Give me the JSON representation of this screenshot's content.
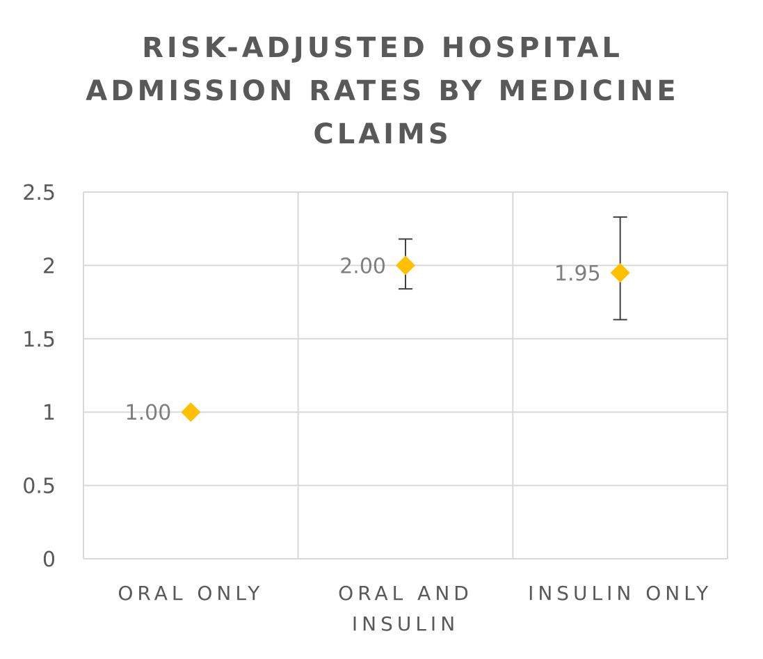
{
  "chart_data": {
    "type": "scatter",
    "title": "RISK-ADJUSTED HOSPITAL ADMISSION RATES BY MEDICINE CLAIMS",
    "xlabel": "",
    "ylabel": "",
    "categories": [
      "ORAL ONLY",
      "ORAL AND INSULIN",
      "INSULIN ONLY"
    ],
    "values": [
      1.0,
      2.0,
      1.95
    ],
    "data_labels": [
      "1.00",
      "2.00",
      "1.95"
    ],
    "error_bars": [
      null,
      [
        1.84,
        2.18
      ],
      [
        1.63,
        2.33
      ]
    ],
    "ylim": [
      0,
      2.5
    ],
    "yticks": [
      0,
      0.5,
      1,
      1.5,
      2,
      2.5
    ],
    "ytick_labels": [
      "0",
      "0.5",
      "1",
      "1.5",
      "2",
      "2.5"
    ],
    "grid": true,
    "legend": "none",
    "marker": "diamond",
    "colors": {
      "marker": "#FFC000",
      "grid": "#D9D9D9",
      "error_bar": "#404040",
      "text": "#595959",
      "data_label": "#7F7F7F"
    }
  }
}
